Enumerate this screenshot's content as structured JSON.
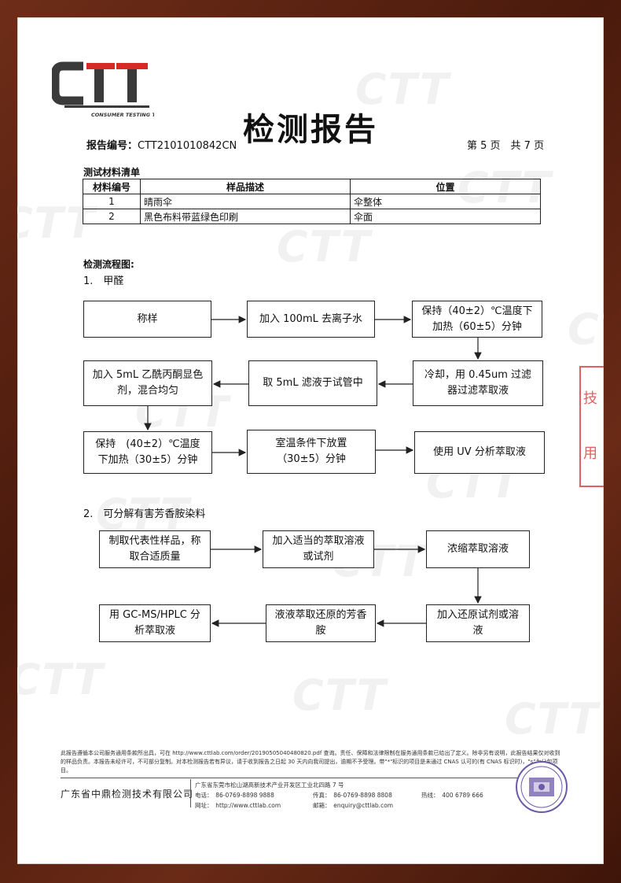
{
  "document": {
    "title": "检测报告",
    "report_no_label": "报告编号：",
    "report_no": "CTT2101010842CN",
    "page_info": "第 5 页　共 7 页",
    "logo_text": "CTT",
    "logo_tagline": "CONSUMER TESTING TECH"
  },
  "materials": {
    "section_title": "测试材料清单",
    "headers": [
      "材料编号",
      "样品描述",
      "位置"
    ],
    "rows": [
      [
        "1",
        "晴雨伞",
        "伞整体"
      ],
      [
        "2",
        "黑色布料带蓝绿色印刷",
        "伞面"
      ]
    ]
  },
  "flow": {
    "section_title": "检测流程图:",
    "part1_title": "1.　甲醛",
    "part1_boxes": [
      "称样",
      "加入 100mL 去离子水",
      "保持（40±2）℃温度下加热（60±5）分钟",
      "冷却，用 0.45um 过滤器过滤萃取液",
      "取 5mL 滤液于试管中",
      "加入 5mL 乙酰丙酮显色剂，混合均匀",
      "保持　(40±2）℃温度下加热（30±5）分钟",
      "室温条件下放置（30±5）分钟",
      "使用 UV 分析萃取液"
    ],
    "part2_title": "2.　可分解有害芳香胺染料",
    "part2_boxes": [
      "制取代表性样品，称取合适质量",
      "加入适当的萃取溶液或试剂",
      "浓缩萃取溶液",
      "加入还原试剂或溶液",
      "液液萃取还原的芳香胺",
      "用 GC-MS/HPLC 分析萃取液"
    ]
  },
  "footer": {
    "note": "此报告遵循本公司服务通用条款所出具，可在 http://www.cttlab.com/order/20190505040480820.pdf 查询。责任、保障和法律限制在服务通用条款已给出了定义。除非另有说明，此报告结果仅对收到的样品负责。本报告未经许可，不可部分复制。对本检测报告若有异议，请于收到报告之日起 30 天内向我司提出，逾期不予受理。带\"*\"标识的项目是未通过 CNAS 认可的(有 CNAS 标识时)，\"s\"为分包项目。",
    "company": "广东省中鼎检测技术有限公司",
    "address": "广东省东莞市松山湖高新技术产业开发区工业北四路 7 号",
    "phone": "电话：　86-0769-8898 9888",
    "fax": "传真：　86-0769-8898 8808",
    "hotline": "热线：　400 6789 666",
    "website": "网址：　http://www.cttlab.com",
    "email": "邮箱：　enquiry@cttlab.com"
  },
  "colors": {
    "logo_red": "#d62a24",
    "logo_dark": "#3a3a3a",
    "frame": "#5a2414",
    "stamp": "#6b5aa8"
  }
}
